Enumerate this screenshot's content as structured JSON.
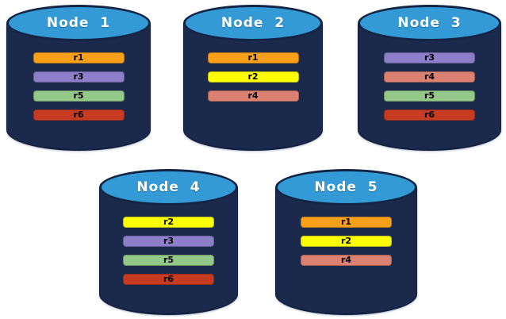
{
  "diagram_type": "database-node-replica-placement",
  "colors": {
    "cylinder_body": "#1b2a4c",
    "cylinder_top": "#339ad5",
    "cylinder_outline": "#132445",
    "title_text": "#ffffff",
    "bar_text": "#000000"
  },
  "replica_colors": {
    "r1": "#f9a01b",
    "r2": "#ffff00",
    "r3": "#8c7ec8",
    "r4": "#db8172",
    "r5": "#94c888",
    "r6": "#c63b22"
  },
  "nodes": [
    {
      "label": "Node  1",
      "replicas": [
        "r1",
        "r3",
        "r5",
        "r6"
      ]
    },
    {
      "label": "Node  2",
      "replicas": [
        "r1",
        "r2",
        "r4"
      ]
    },
    {
      "label": "Node  3",
      "replicas": [
        "r3",
        "r4",
        "r5",
        "r6"
      ]
    },
    {
      "label": "Node  4",
      "replicas": [
        "r2",
        "r3",
        "r5",
        "r6"
      ]
    },
    {
      "label": "Node  5",
      "replicas": [
        "r1",
        "r2",
        "r4"
      ]
    }
  ]
}
